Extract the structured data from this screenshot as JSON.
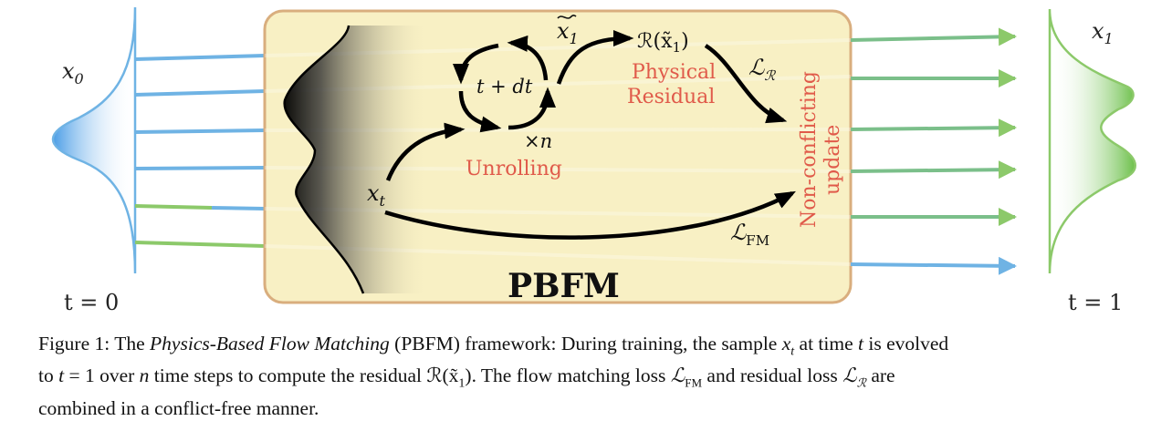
{
  "figure": {
    "box_label": "PBFM",
    "left_dist_label": "x",
    "left_dist_sub": "0",
    "left_time_label": "t = 0",
    "right_dist_label": "x",
    "right_dist_sub": "1",
    "right_time_label": "t = 1",
    "xt_label": "x",
    "xt_sub": "t",
    "step_label": "t + dt",
    "times_n_label": "×n",
    "unrolling_label": "Unrolling",
    "x1_tilde_label": "x",
    "x1_tilde_sub": "1",
    "residual_fn_label": "ℛ(x̃",
    "residual_fn_sub": "1",
    "residual_fn_close": ")",
    "physical_label_1": "Physical",
    "physical_label_2": "Residual",
    "loss_r_label": "ℒ",
    "loss_r_sub": "ℛ",
    "loss_fm_label": "ℒ",
    "loss_fm_sub": "FM",
    "update_label_1": "Non-conflicting",
    "update_label_2": "update",
    "colors": {
      "box_fill": "#f8f0c4",
      "box_stroke": "#d9ae7e",
      "blue": "#6fb3e4",
      "green": "#8cc96a",
      "teal": "#6fb8a4",
      "red_text": "#e05a4a",
      "dark": "#000000"
    }
  },
  "caption": {
    "figure_num": "Figure 1:",
    "t1": "The",
    "t2_ital": "Physics-Based Flow Matching",
    "t3": "(PBFM) framework: During training, the sample",
    "x_t": "x",
    "x_t_sub": "t",
    "t4": "at time",
    "t_var": "t",
    "t5": "is evolved",
    "line2_a": "to",
    "line2_t1": "t",
    "line2_b": "= 1 over",
    "line2_n": "n",
    "line2_c": "time steps to compute the residual ℛ(x̃",
    "line2_c_sub": "1",
    "line2_d": "). The flow matching loss",
    "line2_lfm": "ℒ",
    "line2_lfm_sub": "FM",
    "line2_e": "and residual loss",
    "line2_lr": "ℒ",
    "line2_lr_sub": "ℛ",
    "line2_f": "are",
    "line3": "combined in a conflict-free manner."
  }
}
